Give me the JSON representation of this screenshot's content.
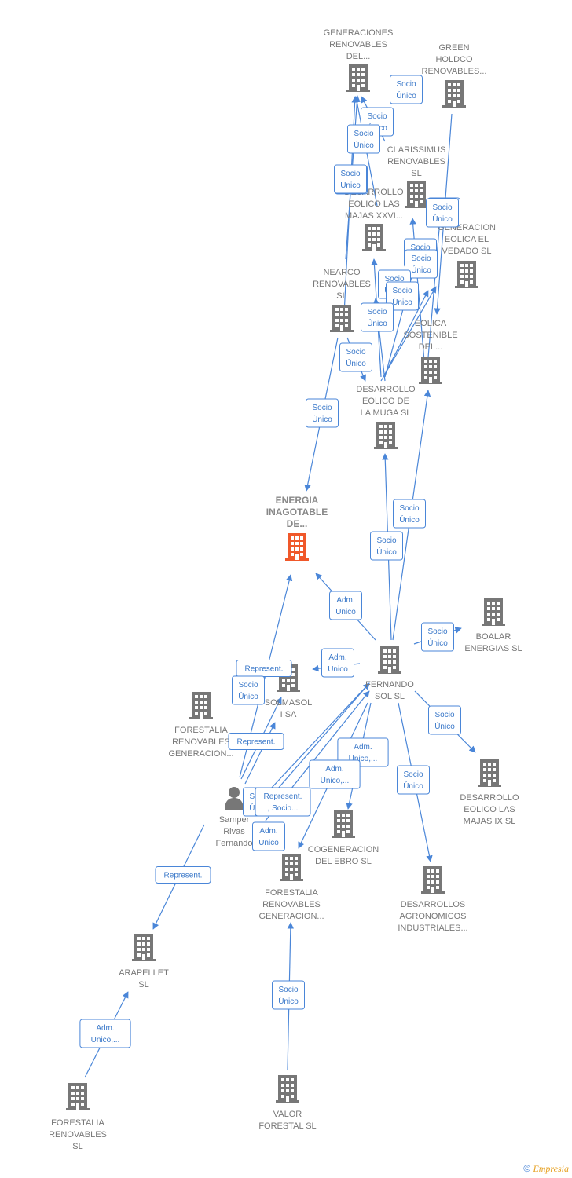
{
  "nodes": [
    {
      "id": "generaciones",
      "label": [
        "GENERACIONES",
        "RENOVABLES",
        "DEL..."
      ],
      "kind": "company"
    },
    {
      "id": "green",
      "label": [
        "GREEN",
        "HOLDCO",
        "RENOVABLES..."
      ],
      "kind": "company"
    },
    {
      "id": "clarissimus",
      "label": [
        "CLARISSIMUS",
        "RENOVABLES",
        "SL"
      ],
      "kind": "company"
    },
    {
      "id": "desarrollo_xxvi",
      "label": [
        "DESARROLLO",
        "EOLICO LAS",
        "MAJAS XXVI..."
      ],
      "kind": "company"
    },
    {
      "id": "generacion_vedado",
      "label": [
        "GENERACION",
        "EOLICA EL",
        "VEDADO SL"
      ],
      "kind": "company"
    },
    {
      "id": "nearco",
      "label": [
        "NEARCO",
        "RENOVABLES",
        "SL"
      ],
      "kind": "company"
    },
    {
      "id": "eolica_sostenible",
      "label": [
        "EOLICA",
        "SOSTENIBLE",
        "DEL..."
      ],
      "kind": "company"
    },
    {
      "id": "muga",
      "label": [
        "DESARROLLO",
        "EOLICO DE",
        "LA MUGA SL"
      ],
      "kind": "company"
    },
    {
      "id": "energia",
      "label": [
        "ENERGIA",
        "INAGOTABLE",
        "DE..."
      ],
      "kind": "main"
    },
    {
      "id": "boalar",
      "label": [
        "BOALAR",
        "ENERGIAS  SL"
      ],
      "kind": "company"
    },
    {
      "id": "fernando",
      "label": [
        "FERNANDO",
        "SOL SL"
      ],
      "kind": "company"
    },
    {
      "id": "solmasol",
      "label": [
        "SOLMASOL",
        "I SA"
      ],
      "kind": "company"
    },
    {
      "id": "forestalia_gen1",
      "label": [
        "FORESTALIA",
        "RENOVABLES",
        "GENERACION..."
      ],
      "kind": "company"
    },
    {
      "id": "samper",
      "label": [
        "Samper",
        "Rivas",
        "Fernando"
      ],
      "kind": "person"
    },
    {
      "id": "majas_ix",
      "label": [
        "DESARROLLO",
        "EOLICO LAS",
        "MAJAS IX  SL"
      ],
      "kind": "company"
    },
    {
      "id": "cogeneracion",
      "label": [
        "COGENERACION",
        "DEL EBRO  SL"
      ],
      "kind": "company"
    },
    {
      "id": "forestalia_gen2",
      "label": [
        "FORESTALIA",
        "RENOVABLES",
        "GENERACION..."
      ],
      "kind": "company"
    },
    {
      "id": "desarrollos_agro",
      "label": [
        "DESARROLLOS",
        "AGRONOMICOS",
        "INDUSTRIALES..."
      ],
      "kind": "company"
    },
    {
      "id": "arapellet",
      "label": [
        "ARAPELLET",
        "SL"
      ],
      "kind": "company"
    },
    {
      "id": "valor",
      "label": [
        "VALOR",
        "FORESTAL SL"
      ],
      "kind": "company"
    },
    {
      "id": "forestalia_sl",
      "label": [
        "FORESTALIA",
        "RENOVABLES",
        "SL"
      ],
      "kind": "company"
    }
  ],
  "edges": [
    {
      "from": "desarrollo_xxvi",
      "to": "generaciones",
      "label": [
        "Socio",
        "Único"
      ]
    },
    {
      "from": "clarissimus",
      "to": "generaciones",
      "label": [
        "Socio",
        "Único"
      ]
    },
    {
      "from": "desarrollo_xxvi",
      "to": "generaciones",
      "label": [
        "Socio",
        "Único"
      ]
    },
    {
      "from": "nearco",
      "to": "generaciones",
      "label": [
        "Socio",
        "Único"
      ]
    },
    {
      "from": "generacion_vedado",
      "to": "green",
      "label": [
        "Socio",
        "Único"
      ]
    },
    {
      "from": "eolica_sostenible",
      "to": "clarissimus",
      "label": [
        "Socio",
        "Único"
      ]
    },
    {
      "from": "eolica_sostenible",
      "to": "green",
      "label": [
        "Socio",
        "Único"
      ]
    },
    {
      "from": "muga",
      "to": "clarissimus",
      "label": [
        "Socio",
        "Único"
      ]
    },
    {
      "from": "muga",
      "to": "generacion_vedado",
      "label": [
        "Socio",
        "Único"
      ]
    },
    {
      "from": "muga",
      "to": "desarrollo_xxvi",
      "label": [
        "Socio",
        "Único"
      ]
    },
    {
      "from": "muga",
      "to": "generacion_vedado",
      "label": [
        "Socio",
        "Único"
      ]
    },
    {
      "from": "muga",
      "to": "desarrollo_xxvi",
      "label": [
        "Socio",
        "Único"
      ]
    },
    {
      "from": "nearco",
      "to": "muga",
      "label": [
        "Socio",
        "Único"
      ]
    },
    {
      "from": "nearco",
      "to": "energia",
      "label": [
        "Socio",
        "Único"
      ]
    },
    {
      "from": "fernando",
      "to": "eolica_sostenible",
      "label": [
        "Socio",
        "Único"
      ]
    },
    {
      "from": "fernando",
      "to": "muga",
      "label": [
        "Socio",
        "Único"
      ]
    },
    {
      "from": "fernando",
      "to": "energia",
      "label": [
        "Adm.",
        "Unico"
      ]
    },
    {
      "from": "fernando",
      "to": "boalar",
      "label": [
        "Socio",
        "Único"
      ]
    },
    {
      "from": "fernando",
      "to": "solmasol",
      "label": [
        "Adm.",
        "Unico"
      ]
    },
    {
      "from": "fernando",
      "to": "majas_ix",
      "label": [
        "Socio",
        "Único"
      ]
    },
    {
      "from": "fernando",
      "to": "cogeneracion",
      "label": [
        "Adm.",
        "Unico,..."
      ]
    },
    {
      "from": "fernando",
      "to": "forestalia_gen2",
      "label": [
        "Adm.",
        "Unico,..."
      ]
    },
    {
      "from": "fernando",
      "to": "desarrollos_agro",
      "label": [
        "Socio",
        "Único"
      ]
    },
    {
      "from": "samper",
      "to": "energia",
      "label": [
        "Represent."
      ]
    },
    {
      "from": "samper",
      "to": "solmasol",
      "label": [
        "Socio",
        "Único"
      ]
    },
    {
      "from": "samper",
      "to": "solmasol",
      "label": [
        "Represent."
      ]
    },
    {
      "from": "samper",
      "to": "fernando",
      "label": [
        "Socio",
        "Único"
      ]
    },
    {
      "from": "samper",
      "to": "fernando",
      "label": [
        "Represent.",
        ", Socio..."
      ]
    },
    {
      "from": "samper",
      "to": "fernando",
      "label": [
        "Adm.",
        "Unico"
      ]
    },
    {
      "from": "samper",
      "to": "arapellet",
      "label": [
        "Represent."
      ]
    },
    {
      "from": "forestalia_sl",
      "to": "arapellet",
      "label": [
        "Adm.",
        "Unico,..."
      ]
    },
    {
      "from": "valor",
      "to": "forestalia_gen2",
      "label": [
        "Socio",
        "Único"
      ]
    }
  ],
  "footer": {
    "copyright": "©",
    "brand": "Empresia"
  },
  "colors": {
    "edge": "#4a86d8",
    "building": "#777777",
    "main_building": "#f0582a",
    "person": "#777777"
  }
}
